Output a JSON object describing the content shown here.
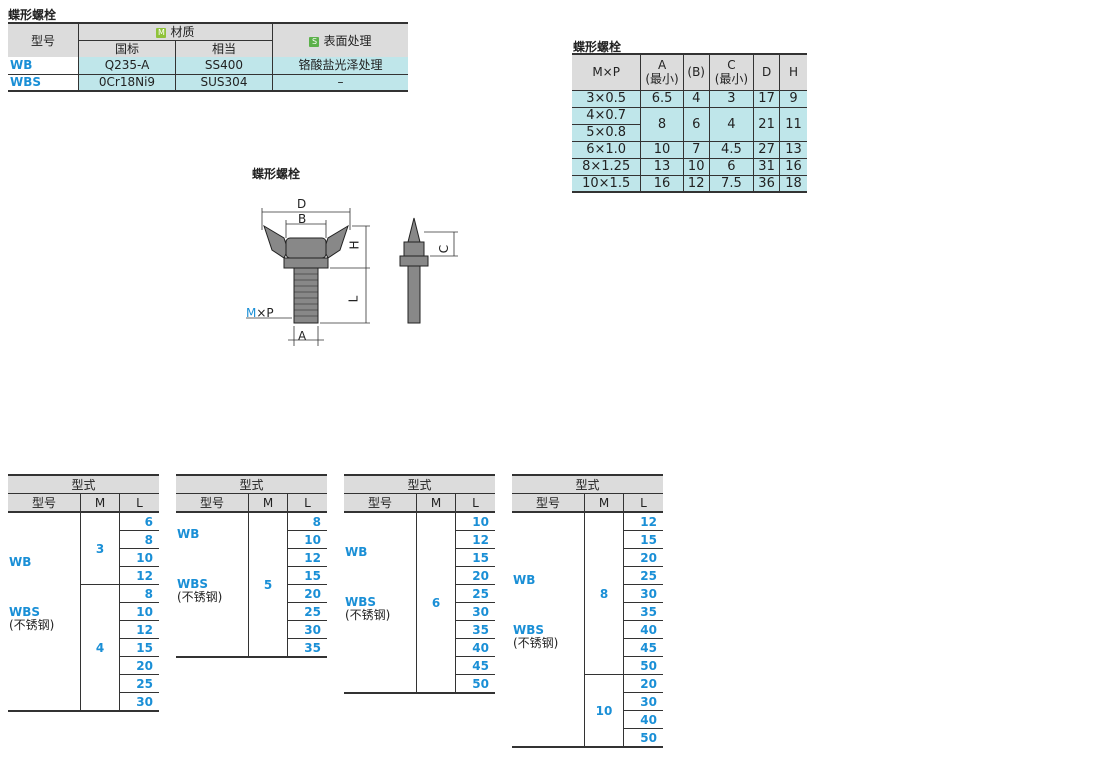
{
  "material_table": {
    "title": "蝶形螺栓",
    "headers": {
      "model": "型号",
      "material": "材质",
      "gb": "国标",
      "equiv": "相当",
      "surface": "表面处理",
      "badge_m": "M",
      "badge_s": "S"
    },
    "rows": [
      {
        "model": "WB",
        "gb": "Q235-A",
        "equiv": "SS400",
        "surface": "铬酸盐光泽处理"
      },
      {
        "model": "WBS",
        "gb": "0Cr18Ni9",
        "equiv": "SUS304",
        "surface": "–"
      }
    ]
  },
  "diagram": {
    "title": "蝶形螺栓",
    "labels": {
      "D": "D",
      "B": "B",
      "H": "H",
      "L": "L",
      "C": "C",
      "A": "A",
      "M": "M",
      "xP": "×P"
    }
  },
  "dim_table": {
    "title": "蝶形螺栓",
    "headers": {
      "mp": "M×P",
      "a": "A",
      "a_sub": "(最小)",
      "b": "(B)",
      "c": "C",
      "c_sub": "(最小)",
      "d": "D",
      "h": "H"
    },
    "rows": [
      {
        "mp": "3×0.5",
        "a": "6.5",
        "b": "4",
        "c": "3",
        "d": "17",
        "h": "9"
      },
      {
        "mp": "4×0.7",
        "mp2": "5×0.8",
        "a": "8",
        "b": "6",
        "c": "4",
        "d": "21",
        "h": "11"
      },
      {
        "mp": "6×1.0",
        "a": "10",
        "b": "7",
        "c": "4.5",
        "d": "27",
        "h": "13"
      },
      {
        "mp": "8×1.25",
        "a": "13",
        "b": "10",
        "c": "6",
        "d": "31",
        "h": "16"
      },
      {
        "mp": "10×1.5",
        "a": "16",
        "b": "12",
        "c": "7.5",
        "d": "36",
        "h": "18"
      }
    ]
  },
  "size_tables": {
    "headers": {
      "type": "型式",
      "model": "型号",
      "m": "M",
      "l": "L"
    },
    "wb": "WB",
    "wbs": "WBS",
    "stainless": "(不锈钢)",
    "t1": {
      "m1": "3",
      "l1": [
        "6",
        "8",
        "10",
        "12"
      ],
      "m2": "4",
      "l2": [
        "8",
        "10",
        "12",
        "15",
        "20",
        "25",
        "30"
      ]
    },
    "t2": {
      "m": "5",
      "l": [
        "8",
        "10",
        "12",
        "15",
        "20",
        "25",
        "30",
        "35"
      ]
    },
    "t3": {
      "m": "6",
      "l": [
        "10",
        "12",
        "15",
        "20",
        "25",
        "30",
        "35",
        "40",
        "45",
        "50"
      ]
    },
    "t4": {
      "m1": "8",
      "l1": [
        "12",
        "15",
        "20",
        "25",
        "30",
        "35",
        "40",
        "45",
        "50"
      ],
      "m2": "10",
      "l2": [
        "20",
        "30",
        "40",
        "50"
      ]
    }
  }
}
